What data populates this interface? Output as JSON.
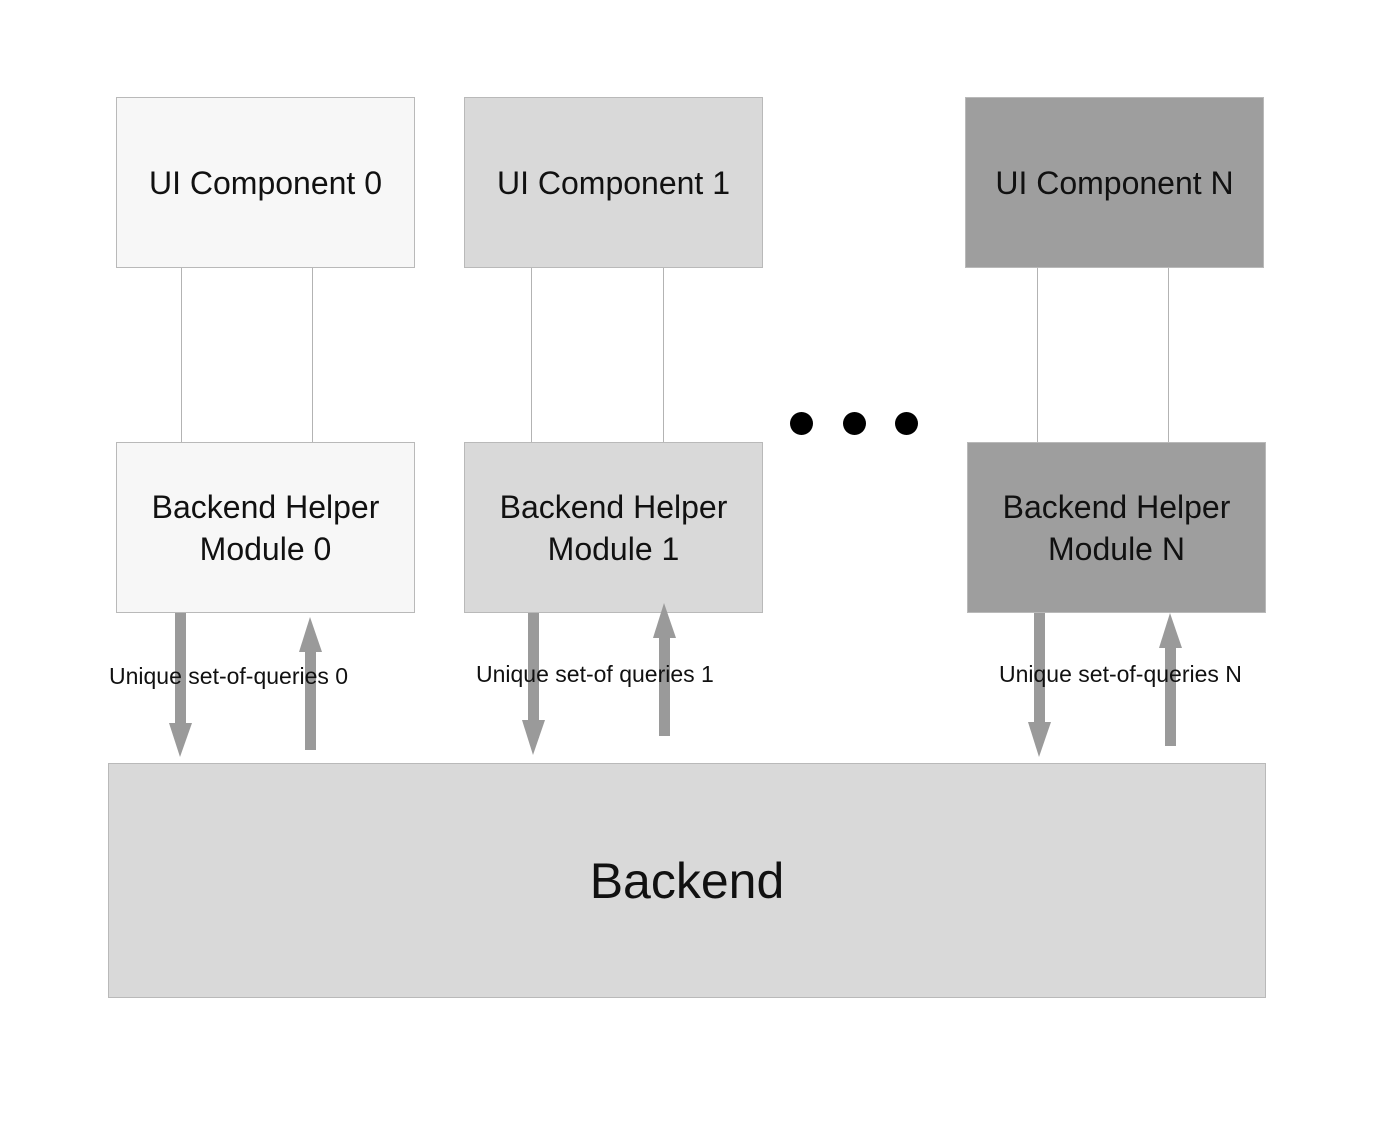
{
  "ui_components": [
    {
      "id": "0",
      "label": "UI Component 0",
      "fill": "#f7f7f7"
    },
    {
      "id": "1",
      "label": "UI Component 1",
      "fill": "#d9d9d9"
    },
    {
      "id": "n",
      "label": "UI Component N",
      "fill": "#9e9e9e"
    }
  ],
  "helper_modules": [
    {
      "id": "0",
      "label": "Backend Helper\nModule 0",
      "fill": "#f7f7f7"
    },
    {
      "id": "1",
      "label": "Backend Helper\nModule 1",
      "fill": "#d9d9d9"
    },
    {
      "id": "n",
      "label": "Backend Helper\nModule N",
      "fill": "#9e9e9e"
    }
  ],
  "query_labels": [
    "Unique set-of-queries 0",
    "Unique set-of queries 1",
    "Unique set-of-queries N"
  ],
  "backend": {
    "label": "Backend",
    "fill": "#d9d9d9"
  },
  "ellipsis_icon": "three-dots-icon",
  "colors": {
    "arrow": "#9a9a9a",
    "connector": "#b3b3b3",
    "border": "#b9b9b9"
  }
}
